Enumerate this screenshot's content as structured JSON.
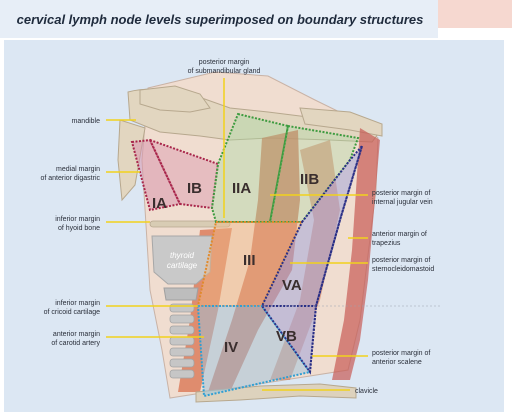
{
  "title": "cervical lymph node levels superimposed on boundary structures",
  "regions": [
    {
      "id": "IA",
      "label": "IA"
    },
    {
      "id": "IB",
      "label": "IB"
    },
    {
      "id": "IIA",
      "label": "IIA"
    },
    {
      "id": "IIB",
      "label": "IIB"
    },
    {
      "id": "III",
      "label": "III"
    },
    {
      "id": "VA",
      "label": "VA"
    },
    {
      "id": "IV",
      "label": "IV"
    },
    {
      "id": "VB",
      "label": "VB"
    }
  ],
  "cartilage_label": [
    "thyroid",
    "cartilage"
  ],
  "annotations": {
    "top": [
      "posterior margin",
      "of submandibular gland"
    ],
    "left": [
      [
        "mandible"
      ],
      [
        "medial margin",
        "of anterior digastric"
      ],
      [
        "inferior margin",
        "of hyoid bone"
      ],
      [
        "inferior margin",
        "of cricoid cartilage"
      ],
      [
        "anterior margin",
        "of carotid artery"
      ]
    ],
    "right": [
      [
        "posterior margin of",
        "internal jugular vein"
      ],
      [
        "anterior margin of",
        "trapezius"
      ],
      [
        "posterior margin of",
        "sternocleidomastoid"
      ],
      [
        "posterior margin of",
        "anterior scalene"
      ],
      [
        "clavicle"
      ]
    ]
  },
  "colors": {
    "label_text": "#2a2f3a",
    "leader_line": "#f1d21c",
    "level_I_border": "#a8254a",
    "level_II_border": "#3d9b3f",
    "level_III_border": "#e08a2c",
    "level_V_border": "#2a2f86",
    "level_IV_border": "#2f9fd3"
  }
}
